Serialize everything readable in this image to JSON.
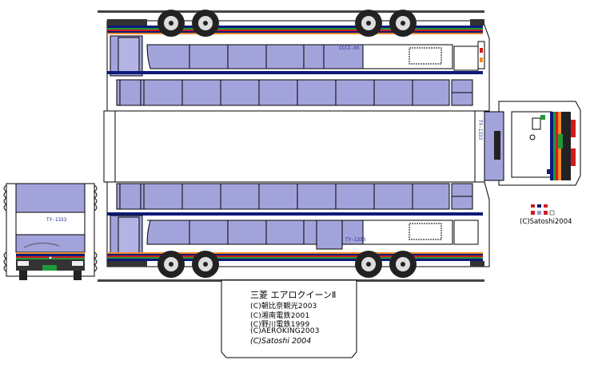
{
  "model_title": "三菱 エアロクイーンⅡ",
  "credits": [
    "(C)朝比奈観光2003",
    "(C)湘南電鉄2001",
    "(C)野川電鉄1999",
    "(C)AEROKING2003"
  ],
  "author_signature": "(C)Satoshi 2004",
  "copyright": "(C)Satoshi2004",
  "plate_numbers": {
    "side_upper": "CCCI-ΛΛ",
    "side_lower": "TY-1333",
    "front": "TY-1333",
    "rear": "TY-1333"
  },
  "colors": {
    "body_lavender": "#9a9ad6",
    "window_lavender": "#a3a3dc",
    "dark_navy": "#0c1a7a",
    "stripe_green": "#1e9a3a",
    "stripe_red": "#d21c1c",
    "stripe_orange": "#f08a2a",
    "wheel_black": "#222222"
  }
}
